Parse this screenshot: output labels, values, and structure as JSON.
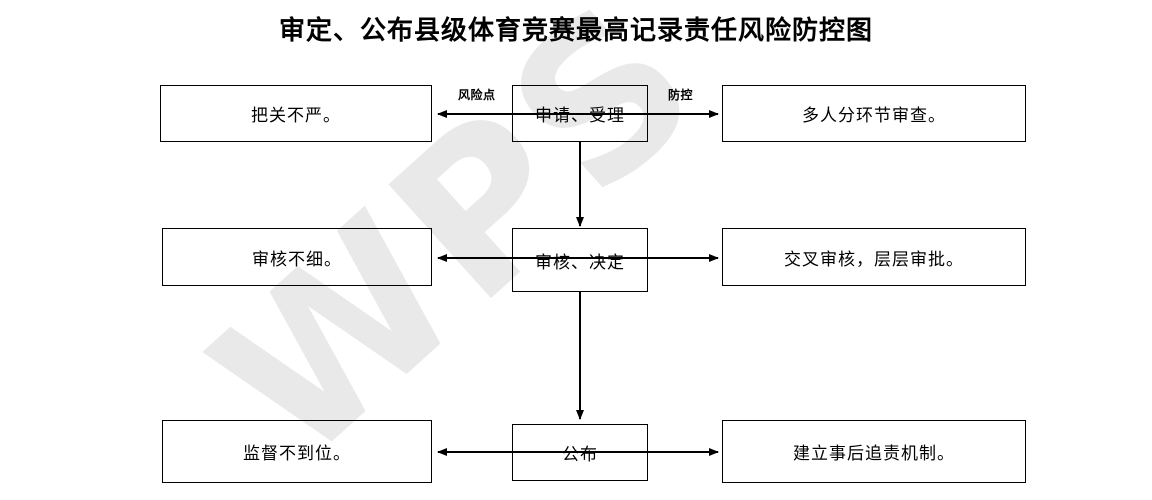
{
  "document": {
    "title": "审定、公布县级体育竞赛最高记录责任风险防控图",
    "watermark_text": "WPS",
    "watermark_color": "#e9e9e9",
    "background_color": "#ffffff",
    "line_color": "#000000"
  },
  "chart_data": {
    "type": "diagram",
    "title": "审定、公布县级体育竞赛最高记录责任风险防控图",
    "diagram_kind": "risk-control-flowchart",
    "column_headers": {
      "left": "风险点",
      "right": "防控"
    },
    "rows": [
      {
        "stage": "申请、受理",
        "risk": "把关不严。",
        "control": "多人分环节审查。",
        "left_edge_label": "风险点",
        "right_edge_label": "防控"
      },
      {
        "stage": "审核、决定",
        "risk": "审核不细。",
        "control": "交叉审核，层层审批。",
        "left_edge_label": "",
        "right_edge_label": ""
      },
      {
        "stage": "公布",
        "risk": "监督不到位。",
        "control": "建立事后追责机制。",
        "left_edge_label": "",
        "right_edge_label": ""
      }
    ],
    "flow": [
      {
        "from": "申请、受理",
        "to": "审核、决定",
        "direction": "down"
      },
      {
        "from": "审核、决定",
        "to": "公布",
        "direction": "down"
      },
      {
        "from": "申请、受理",
        "to": "把关不严。",
        "direction": "left"
      },
      {
        "from": "申请、受理",
        "to": "多人分环节审查。",
        "direction": "right"
      },
      {
        "from": "审核、决定",
        "to": "审核不细。",
        "direction": "left"
      },
      {
        "from": "审核、决定",
        "to": "交叉审核，层层审批。",
        "direction": "right"
      },
      {
        "from": "公布",
        "to": "监督不到位。",
        "direction": "left"
      },
      {
        "from": "公布",
        "to": "建立事后追责机制。",
        "direction": "right"
      }
    ]
  }
}
